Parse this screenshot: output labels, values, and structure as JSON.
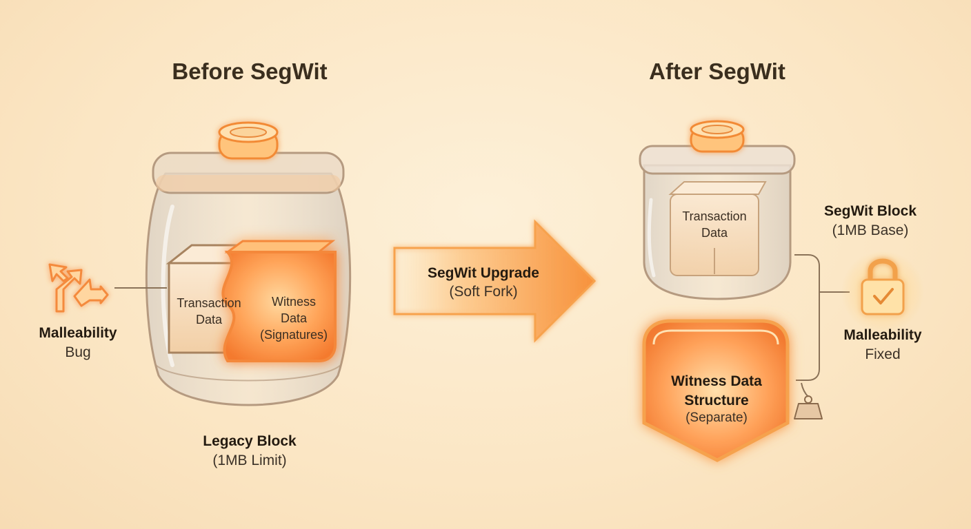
{
  "before": {
    "title": "Before SegWit",
    "tx_line1": "Transaction",
    "tx_line2": "Data",
    "witness_line1": "Witness",
    "witness_line2": "Data",
    "witness_line3": "(Signatures)",
    "block_label": "Legacy Block",
    "block_sub": "(1MB Limit)",
    "bug_label": "Malleability",
    "bug_sub": "Bug"
  },
  "upgrade": {
    "label": "SegWit Upgrade",
    "sub": "(Soft Fork)"
  },
  "after": {
    "title": "After SegWit",
    "tx_line1": "Transaction",
    "tx_line2": "Data",
    "block_label": "SegWit Block",
    "block_sub": "(1MB Base)",
    "witness_line1": "Witness Data",
    "witness_line2": "Structure",
    "witness_sub": "(Separate)",
    "fixed_label": "Malleability",
    "fixed_sub": "Fixed"
  },
  "colors": {
    "accent": "#f5863a",
    "glow": "#ffc266",
    "outline": "#a88866"
  }
}
